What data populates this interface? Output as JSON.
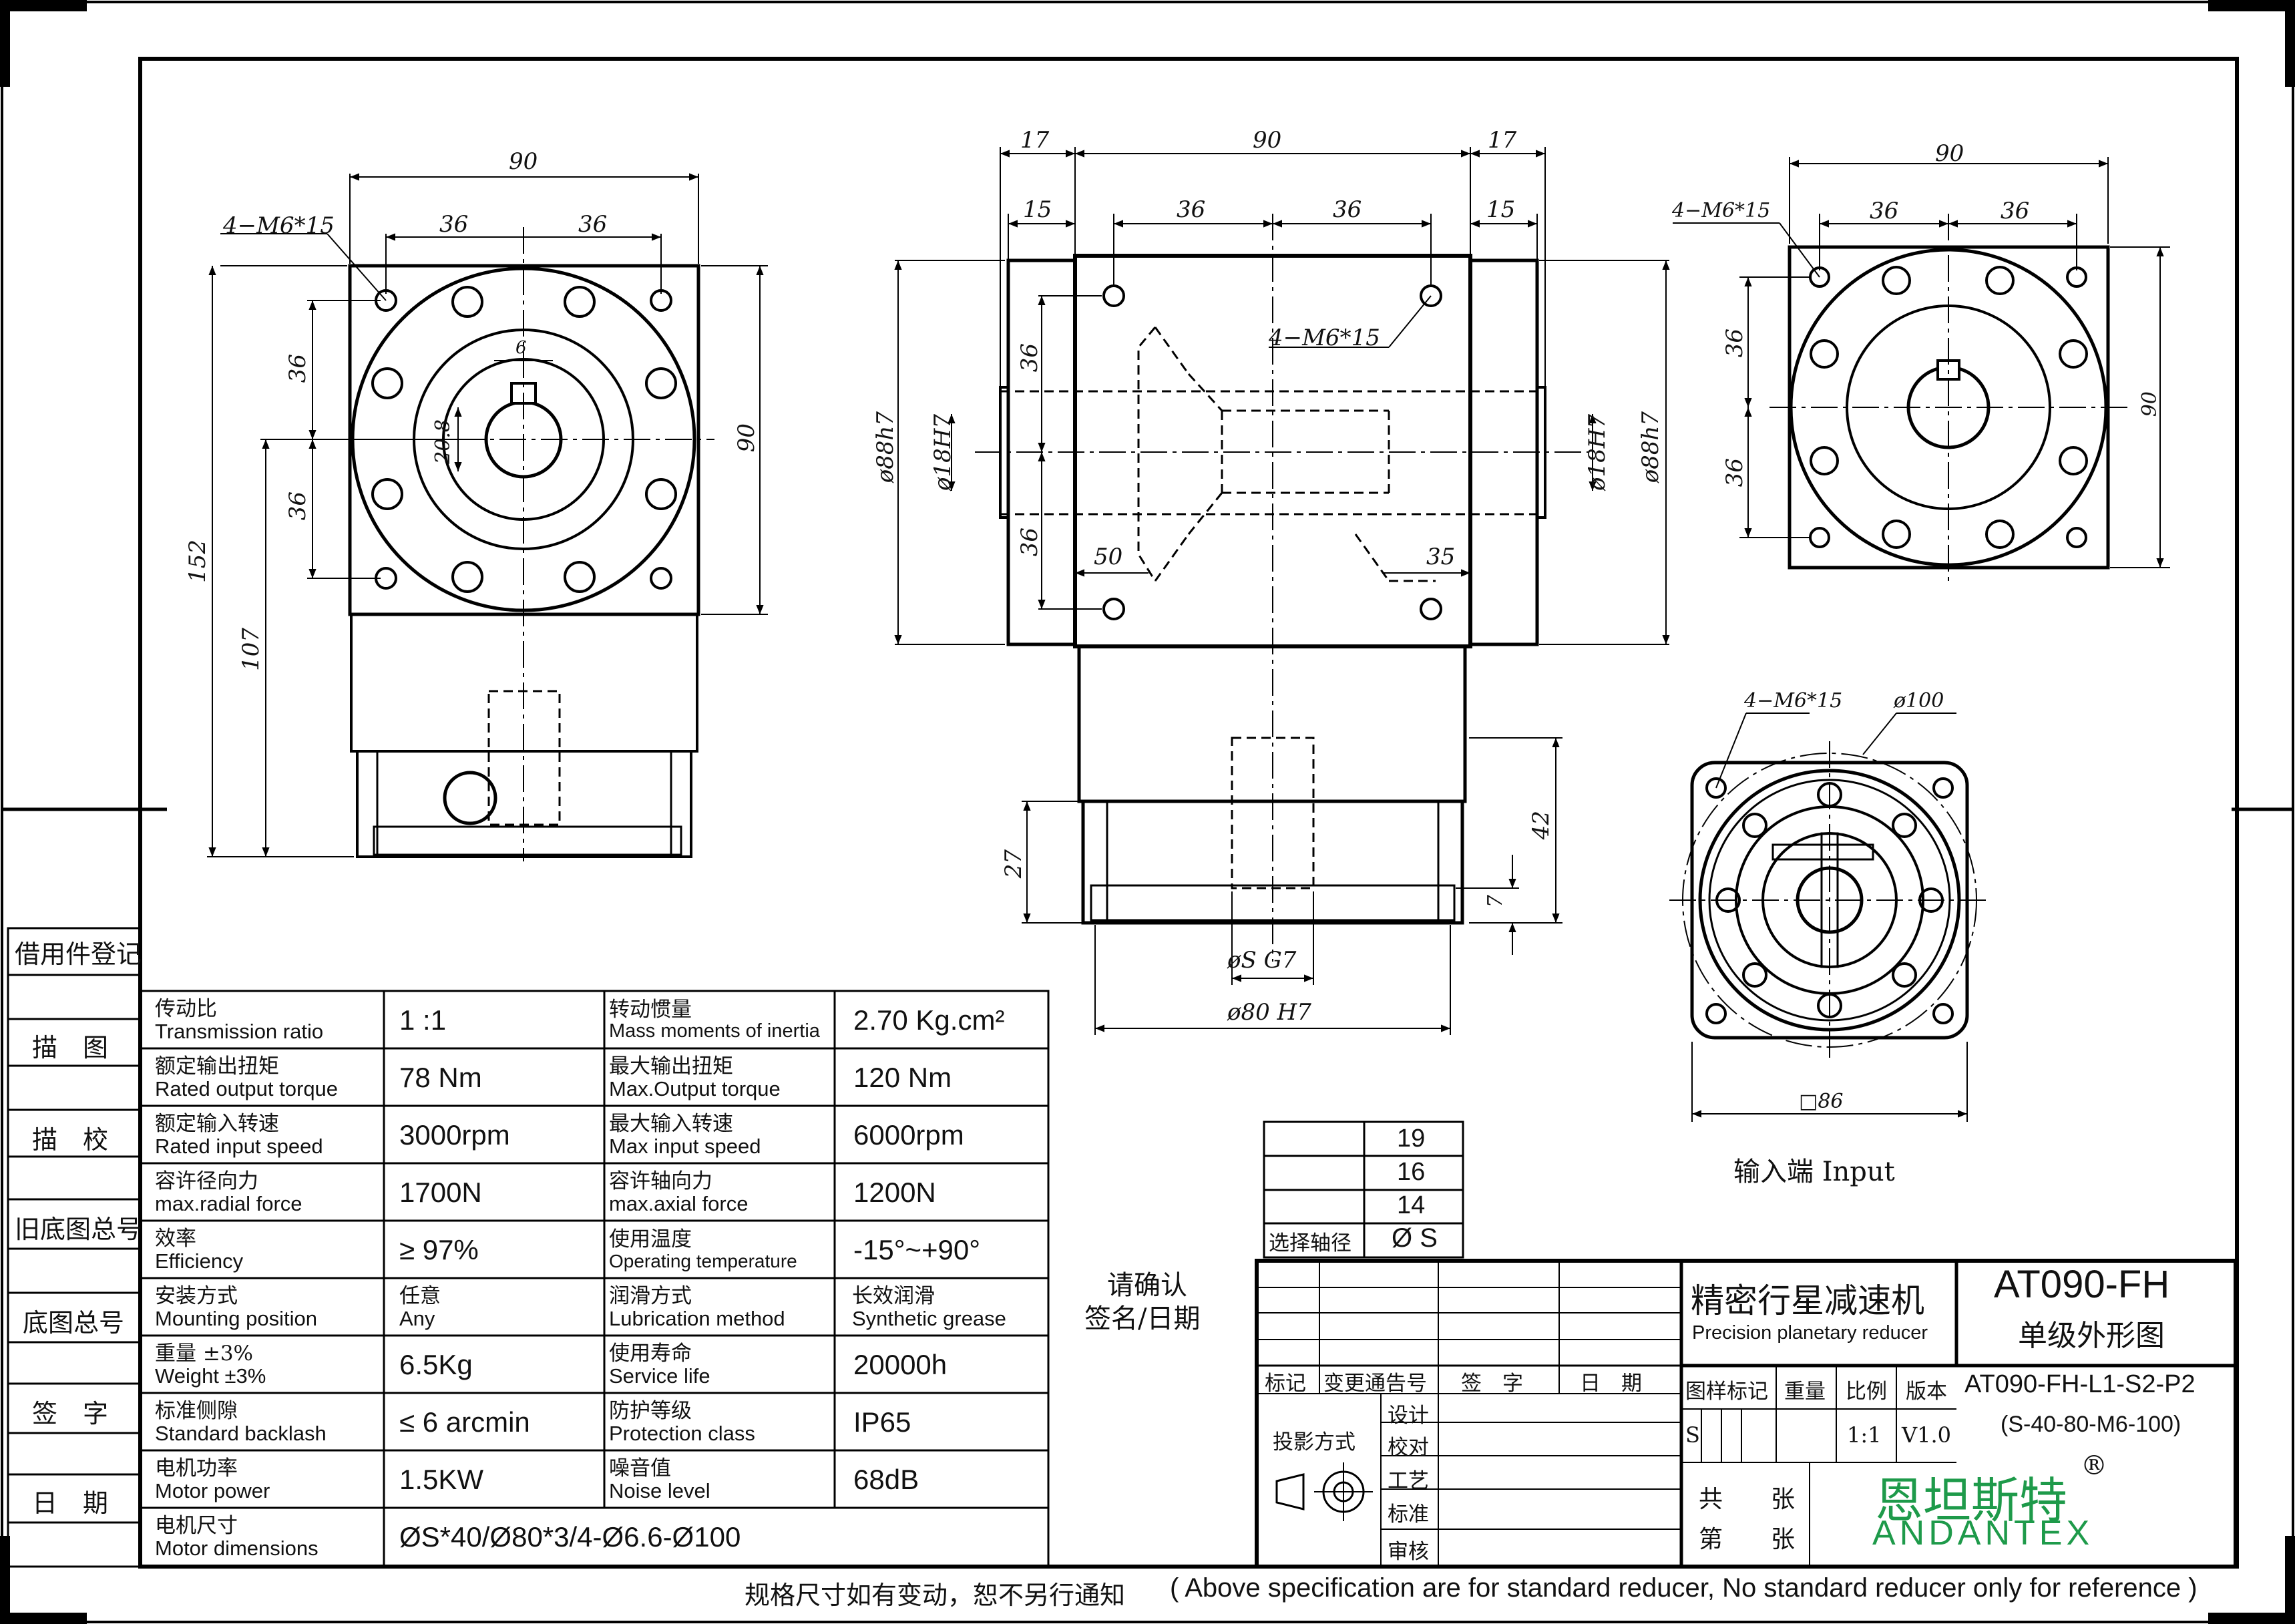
{
  "side_stamps": [
    "借用件登记",
    "描　图",
    "描　校",
    "旧底图总号",
    "底图总号",
    "签　字",
    "日　期"
  ],
  "spec_rows": [
    [
      {
        "zh": "传动比",
        "en": "Transmission ratio",
        "val": "1 :1"
      },
      {
        "zh": "转动惯量",
        "en": "Mass moments of inertia",
        "val": "2.70 Kg.cm²"
      }
    ],
    [
      {
        "zh": "额定输出扭矩",
        "en": "Rated output torque",
        "val": "78 Nm"
      },
      {
        "zh": "最大输出扭矩",
        "en": "Max.Output torque",
        "val": "120 Nm"
      }
    ],
    [
      {
        "zh": "额定输入转速",
        "en": "Rated input speed",
        "val": "3000rpm"
      },
      {
        "zh": "最大输入转速",
        "en": "Max input speed",
        "val": "6000rpm"
      }
    ],
    [
      {
        "zh": "容许径向力",
        "en": "max.radial force",
        "val": "1700N"
      },
      {
        "zh": "容许轴向力",
        "en": "max.axial  force",
        "val": "1200N"
      }
    ],
    [
      {
        "zh": "效率",
        "en": "Efficiency",
        "val": "≥ 97%"
      },
      {
        "zh": "使用温度",
        "en": "Operating temperature",
        "val": "-15°~+90°"
      }
    ],
    [
      {
        "zh": "安装方式",
        "en": "Mounting position",
        "val_zh": "任意",
        "val_en": "Any"
      },
      {
        "zh": "润滑方式",
        "en": "Lubrication method",
        "val_zh": "长效润滑",
        "val_en": "Synthetic grease"
      }
    ],
    [
      {
        "zh": "重量  ±3%",
        "en": "Weight ±3%",
        "val": "6.5Kg"
      },
      {
        "zh": "使用寿命",
        "en": "Service life",
        "val": "20000h"
      }
    ],
    [
      {
        "zh": "标准侧隙",
        "en": "Standard backlash",
        "val": "≤ 6 arcmin"
      },
      {
        "zh": "防护等级",
        "en": "Protection class",
        "val": "IP65"
      }
    ],
    [
      {
        "zh": "电机功率",
        "en": "Motor power",
        "val": "1.5KW"
      },
      {
        "zh": "噪音值",
        "en": "Noise level",
        "val": "68dB"
      }
    ]
  ],
  "motor_dimensions": {
    "zh": "电机尺寸",
    "en": "Motor dimensions",
    "val": "ØS*40/Ø80*3/4-Ø6.6-Ø100"
  },
  "confirm": {
    "line1": "请确认",
    "line2": "签名/日期"
  },
  "shaft_table": {
    "values": [
      "19",
      "16",
      "14"
    ],
    "label": "选择轴径",
    "symbol": "Ø S"
  },
  "input_label": "输入端  Input",
  "title_block": {
    "product_zh": "精密行星减速机",
    "product_en": "Precision planetary reducer",
    "model": "AT090-FH",
    "drawing_type": "单级外形图",
    "rev_headers": [
      "标记",
      "变更通告号",
      "签　字",
      "日　期"
    ],
    "projection": "投影方式",
    "roles": [
      "设计",
      "校对",
      "工艺",
      "标准",
      "审核"
    ],
    "mark_headers": [
      "图样标记",
      "重量",
      "比例",
      "版本"
    ],
    "mark_s": "S",
    "scale": "1:1",
    "version": "V1.0",
    "part_no": "AT090-FH-L1-S2-P2",
    "part_sub": "(S-40-80-M6-100)",
    "sheets_total": "共　　张",
    "sheet_no": "第　　张",
    "brand_zh": "恩坦斯特",
    "brand_en": "ANDANTEX",
    "registered": "®"
  },
  "footer": {
    "zh": "规格尺寸如有变动，恕不另行通知",
    "en": "( Above specification are for standard reducer, No standard reducer only for reference )"
  },
  "dims": {
    "v1_90": "90",
    "v1_m6": "4−M6*15",
    "v1_36a": "36",
    "v1_36b": "36",
    "v1_6": "6",
    "v1_208": "20.8",
    "v1_36c": "36",
    "v1_36d": "36",
    "v1_90v": "90",
    "v1_152": "152",
    "v1_107": "107",
    "v2_17a": "17",
    "v2_90": "90",
    "v2_17b": "17",
    "v2_15a": "15",
    "v2_36a": "36",
    "v2_36b": "36",
    "v2_15b": "15",
    "v2_m6": "4−M6*15",
    "v2_36c": "36",
    "v2_36d": "36",
    "v2_88a": "ø88h7",
    "v2_18a": "ø18H7",
    "v2_18b": "ø18H7",
    "v2_88b": "ø88h7",
    "v2_50": "50",
    "v2_35": "35",
    "v2_42": "42",
    "v2_27": "27",
    "v2_7": "7",
    "v2_s": "øS  G7",
    "v2_80": "ø80 H7",
    "v3_90": "90",
    "v3_m6": "4−M6*15",
    "v3_36a": "36",
    "v3_36b": "36",
    "v3_36c": "36",
    "v3_36d": "36",
    "v3_90v": "90",
    "v4_m6": "4−M6*15",
    "v4_100": "ø100",
    "v4_86": "□86"
  }
}
